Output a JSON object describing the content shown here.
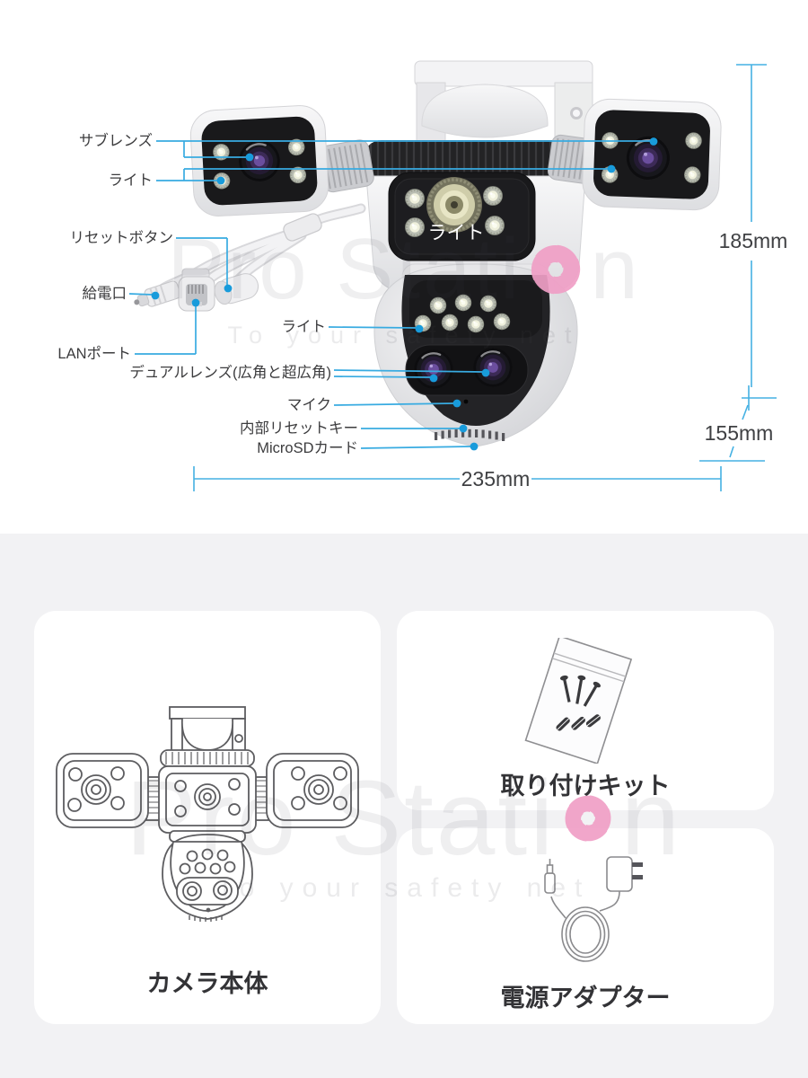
{
  "brand": {
    "watermark_prefix": "Pro Stati",
    "watermark_suffix": "n",
    "tagline": "To your safety net"
  },
  "diagram": {
    "labels": {
      "sub_lens": "サブレンズ",
      "light_top": "ライト",
      "reset_button": "リセットボタン",
      "power_port": "給電口",
      "lan_port": "LANポート",
      "light_bottom": "ライト",
      "dual_lens": "デュアルレンズ(広角と超広角)",
      "mic": "マイク",
      "internal_reset": "内部リセットキー",
      "microsd": "MicroSDカード",
      "face_light": "ライト"
    },
    "dimensions": {
      "height": "185mm",
      "depth": "155mm",
      "width": "235mm"
    }
  },
  "package": {
    "camera_label": "カメラ本体",
    "kit_label": "取り付けキット",
    "adapter_label": "電源アダプター"
  },
  "colors": {
    "callout": "#38abe1",
    "callout_dot": "#189bdb",
    "watermark_pink": "#f09fc6",
    "section_bg": "#f2f2f4"
  }
}
